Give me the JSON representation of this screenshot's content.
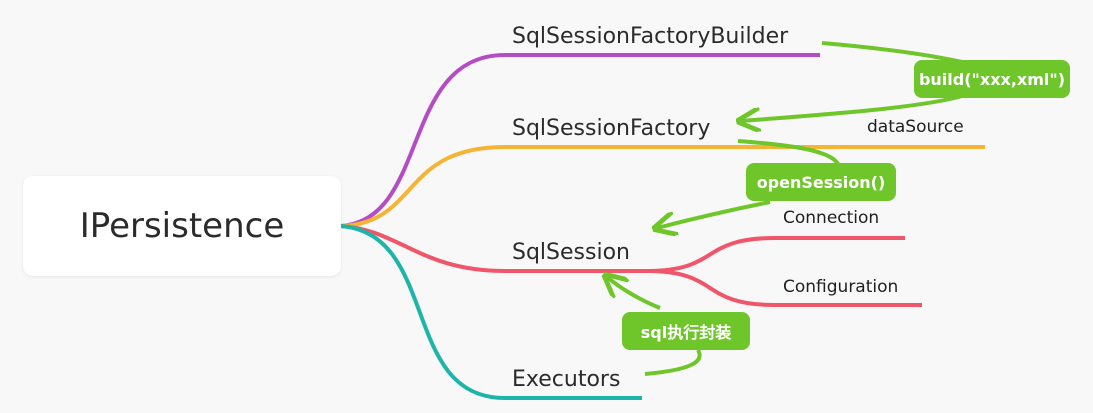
{
  "root": {
    "label": "IPersistence"
  },
  "nodes": {
    "builder": "SqlSessionFactoryBuilder",
    "factory": "SqlSessionFactory",
    "session": "SqlSession",
    "executors": "Executors"
  },
  "subnodes": {
    "datasource": "dataSource",
    "connection": "Connection",
    "configuration": "Configuration"
  },
  "annotations": {
    "build": "build(\"xxx,xml\")",
    "open_session": "openSession()",
    "sql_exec": "sql执行封装"
  },
  "colors": {
    "purple": "#b44cc4",
    "orange": "#f5b434",
    "red": "#f0566a",
    "teal": "#1db5aa",
    "green": "#6fc62b"
  }
}
